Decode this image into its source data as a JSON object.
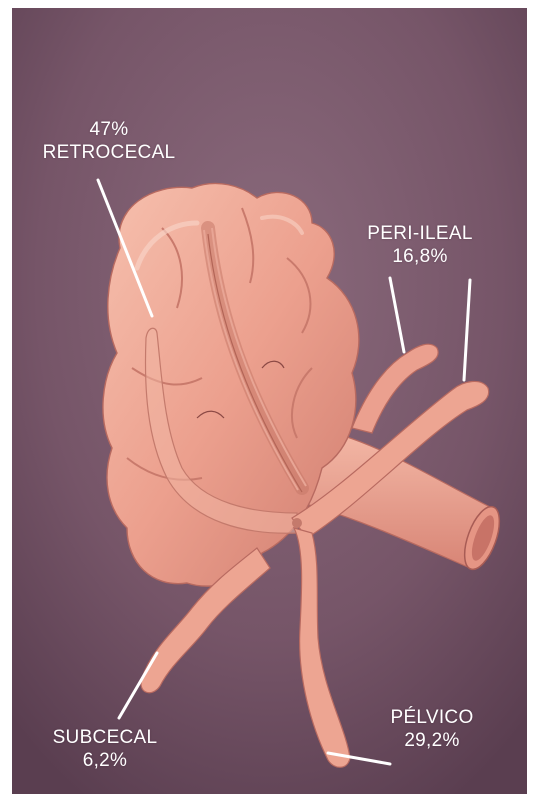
{
  "colors": {
    "background": "#7a5a6c",
    "organ_fill": "#eba08f",
    "organ_shade": "#c9766a",
    "organ_highlight": "#f7c7b8",
    "leader_line": "#ffffff",
    "label_text": "#ffffff"
  },
  "labels": {
    "retrocecal": {
      "percent": "47%",
      "name": "RETROCECAL"
    },
    "peri_ileal": {
      "name": "PERI-ILEAL",
      "percent": "16,8%"
    },
    "subcecal": {
      "name": "SUBCECAL",
      "percent": "6,2%"
    },
    "pelvico": {
      "name": "PÉLVICO",
      "percent": "29,2%"
    }
  }
}
